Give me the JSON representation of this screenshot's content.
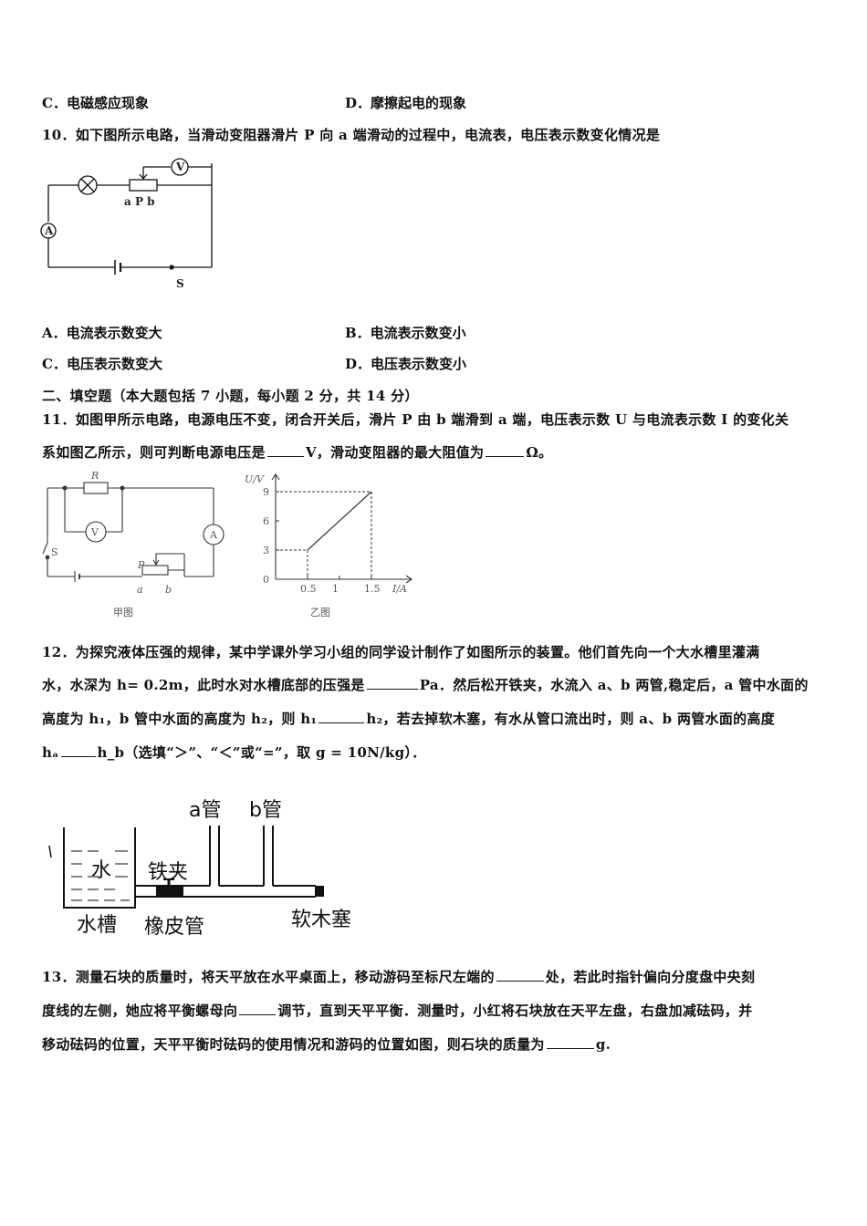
{
  "q9": {
    "opt_c": "C．电磁感应现象",
    "opt_d": "D．摩擦起电的现象"
  },
  "q10": {
    "stem": "10．如下图所示电路，当滑动变阻器滑片 P 向 a 端滑动的过程中，电流表，电压表示数变化情况是",
    "fig_labels": {
      "v": "V",
      "a": "A",
      "apb": "a P b",
      "s": "S"
    },
    "opt_a": "A．电流表示数变大",
    "opt_b": "B．电流表示数变小",
    "opt_c": "C．电压表示数变大",
    "opt_d": "D．电压表示数变小"
  },
  "section2": "二、填空题（本大题包括 7 小题，每小题 2 分，共 14 分）",
  "q11": {
    "line1": "11．如图甲所示电路，电源电压不变，闭合开关后，滑片 P 由 b 端滑到 a 端，电压表示数 U 与电流表示数 I 的变化关",
    "line2_a": "系如图乙所示，则可判断电源电压是",
    "line2_b": "V，滑动变阻器的最大阻值为",
    "line2_c": "Ω。",
    "fig_left": {
      "r": "R",
      "v": "V",
      "a": "A",
      "s": "S",
      "p": "P",
      "a_end": "a",
      "b_end": "b",
      "caption": "甲图"
    },
    "chart_data": {
      "type": "line",
      "title": "",
      "xlabel": "I/A",
      "ylabel": "U/V",
      "x_ticks": [
        "0.5",
        "1",
        "1.5"
      ],
      "y_ticks": [
        "0",
        "3",
        "6",
        "9"
      ],
      "xlim": [
        0,
        2
      ],
      "ylim": [
        0,
        10.5
      ],
      "series": [
        {
          "x": [
            0.5,
            1.5
          ],
          "y": [
            3,
            9
          ]
        }
      ],
      "dashed_guides": [
        {
          "x": 0.5,
          "y": 3
        },
        {
          "x": 1.5,
          "y": 9
        }
      ],
      "caption": "乙图"
    }
  },
  "q12": {
    "line1": "12．为探究液体压强的规律，某中学课外学习小组的同学设计制作了如图所示的装置。他们首先向一个大水槽里灌满",
    "line2_a": "水，水深为 h= 0.2m，此时水对水槽底部的压强是",
    "line2_b": "Pa．然后松开铁夹，水流入 a、b 两管,稳定后，a 管中水面的",
    "line3_a": "高度为 h₁，b 管中水面的高度为 h₂，则 h₁",
    "line3_b": "h₂，若去掉软木塞，有水从管口流出时，则 a、b 两管水面的高度",
    "line4_a": "hₐ",
    "line4_b": "h_b（选填“＞”、“＜”或“=”，取 g = 10N/kg）．",
    "fig_labels": {
      "a_tube": "a管",
      "b_tube": "b管",
      "water": "水",
      "clamp": "铁夹",
      "tank": "水槽",
      "hose": "橡皮管",
      "cork": "软木塞"
    }
  },
  "q13": {
    "line1_a": "13．测量石块的质量时，将天平放在水平桌面上，移动游码至标尺左端的",
    "line1_b": "处，若此时指针偏向分度盘中央刻",
    "line2_a": "度线的左侧，她应将平衡螺母向",
    "line2_b": "调节，直到天平平衡．测量时，小红将石块放在天平左盘，右盘加减砝码，并",
    "line3_a": "移动砝码的位置，天平平衡时砝码的使用情况和游码的位置如图，则石块的质量为",
    "line3_b": "g."
  }
}
